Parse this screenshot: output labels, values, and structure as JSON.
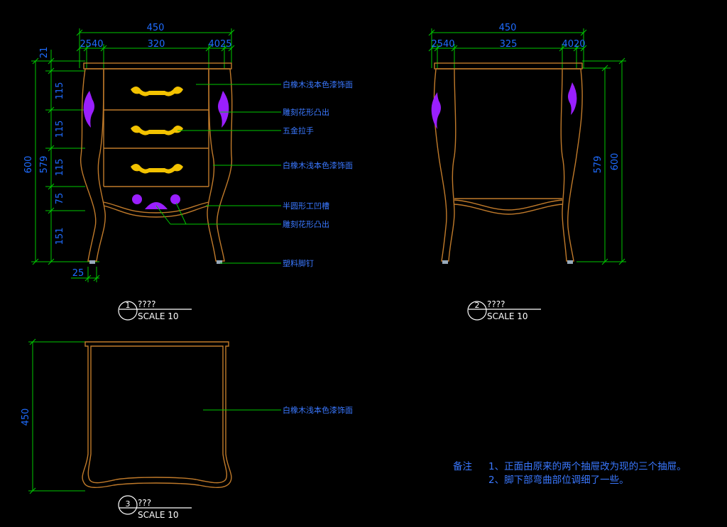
{
  "view1": {
    "dims": {
      "overall_width": "450",
      "seg_left": "2540",
      "seg_mid": "320",
      "seg_right": "4025",
      "top_21": "21",
      "h_115a": "115",
      "h_115b": "115",
      "h_115c": "115",
      "h_75": "75",
      "h_151": "151",
      "total_600": "600",
      "total_579": "579",
      "foot_25": "25"
    },
    "notes": [
      "白橡木浅本色漆饰面",
      "雕刻花形凸出",
      "五金拉手",
      "白橡木浅本色漆饰面",
      "半圆形工凹槽",
      "雕刻花形凸出",
      "塑料脚钉"
    ],
    "label_num": "1",
    "label_title": "????",
    "label_scale": "SCALE 10"
  },
  "view2": {
    "dims": {
      "overall_width": "450",
      "seg_left": "2540",
      "seg_mid": "325",
      "seg_right": "4020",
      "total_579": "579",
      "total_600": "600"
    },
    "label_num": "2",
    "label_title": "????",
    "label_scale": "SCALE 10"
  },
  "view3": {
    "dims": {
      "depth_450": "450"
    },
    "note": "白橡木浅本色漆饰面",
    "label_num": "3",
    "label_title": "???",
    "label_scale": "SCALE 10"
  },
  "remarks": {
    "prefix": "备注",
    "line1": "1、正面由原来的两个抽屉改为现的三个抽屉。",
    "line2": "2、脚下部弯曲部位调细了一些。"
  },
  "colors": {
    "dimension": "#00c800",
    "outline": "#c07a2a",
    "hardware": "#f2c200",
    "carving": "#9a1fff",
    "text": "#3a78ff"
  }
}
